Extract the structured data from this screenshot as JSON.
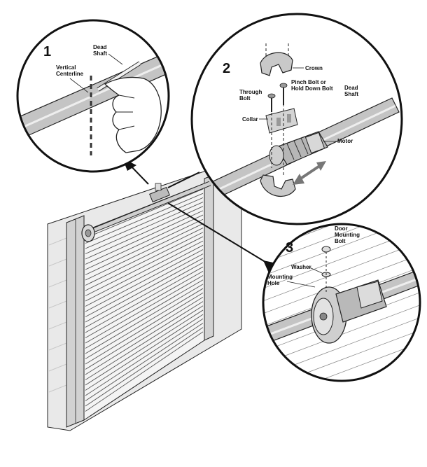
{
  "steps": [
    {
      "number": "1",
      "labels": {
        "dead_shaft_l1": "Dead",
        "dead_shaft_l2": "Shaft",
        "vertical_l1": "Vertical",
        "vertical_l2": "Centerline"
      }
    },
    {
      "number": "2",
      "labels": {
        "crown": "Crown",
        "through_l1": "Through",
        "through_l2": "Bolt",
        "pinch_l1": "Pinch Bolt or",
        "pinch_l2": "Hold Down Bolt",
        "dead_shaft_l1": "Dead",
        "dead_shaft_l2": "Shaft",
        "collar": "Collar",
        "motor": "Motor"
      }
    },
    {
      "number": "3",
      "labels": {
        "door_l1": "Door",
        "door_l2": "Mounting",
        "door_l3": "Bolt",
        "washer": "Washer",
        "mounting_l1": "Mounting",
        "mounting_l2": "Hole"
      }
    }
  ],
  "colors": {
    "ink": "#111111",
    "shaft": "#bdbdbd",
    "wall": "#e6e6e6",
    "part": "#cfcfcf"
  }
}
